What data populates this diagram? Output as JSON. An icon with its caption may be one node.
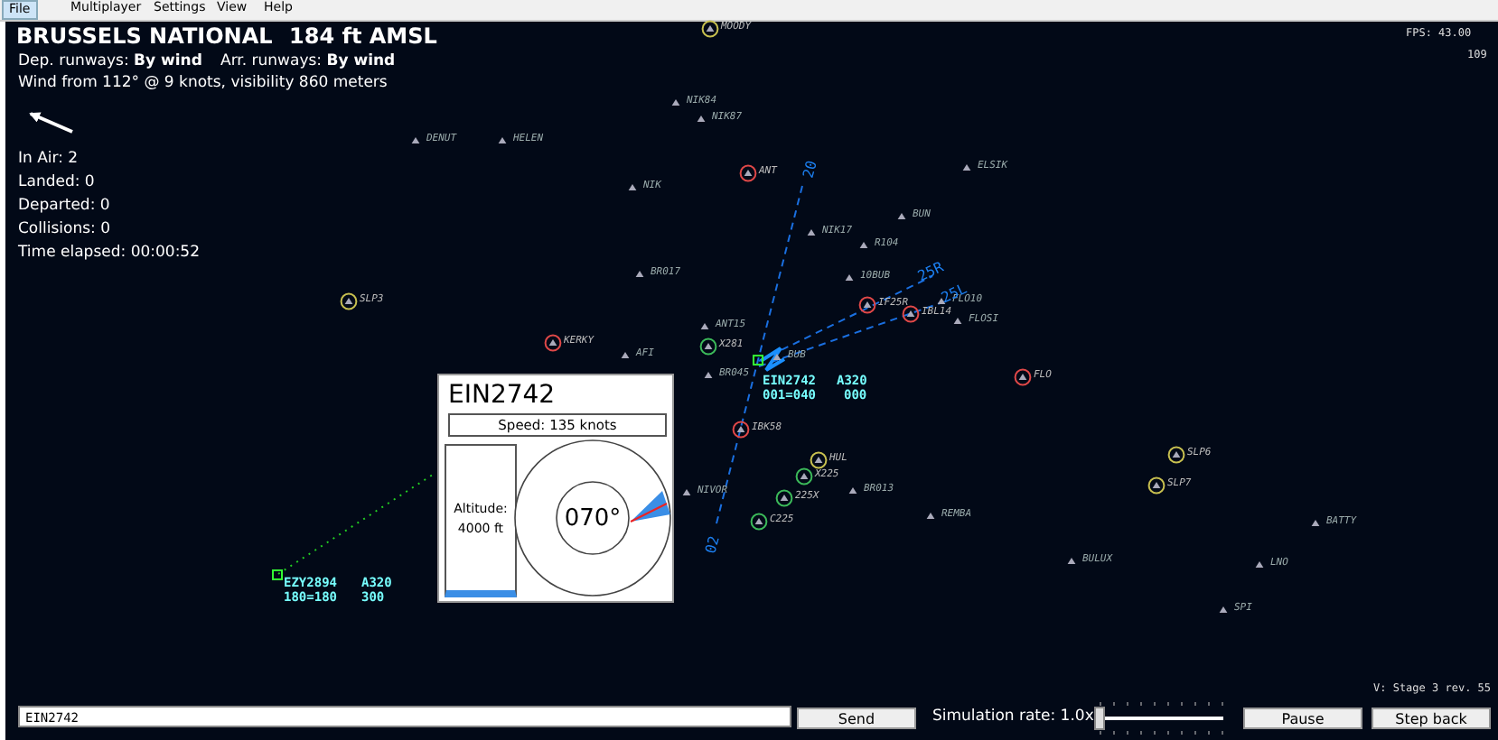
{
  "diagram": {
    "title": "BRUSSELS NATIONAL",
    "nodes": [
      {
        "text": [
          "EIN2742"
        ]
      },
      {
        "text": [
          "Speed: 135 knots"
        ],
        "in": 0
      },
      {
        "text": [
          "Altitude: 4000 ft"
        ],
        "in": 0
      },
      {
        "text": [
          "070°"
        ],
        "in": 0
      }
    ],
    "labels": [
      "File",
      "Multiplayer",
      "Settings",
      "View",
      "Help",
      "184 ft AMSL",
      "Dep. runways: **By wind**",
      "Arr. runways: **By wind**",
      "Wind from 112° @ 9 knots, visibility 860 meters",
      "FPS: 43.00",
      "109",
      "In Air: 2",
      "Landed: 0",
      "Departed: 0",
      "Collisions: 0",
      "Time elapsed: 00:00:52",
      "MOODY",
      "NIK84",
      "NIK87",
      "DENUT",
      "HELEN",
      "ANT",
      "NIK",
      "ELSIK",
      "BUN",
      "20",
      "NIK17",
      "R104",
      "BR017",
      "10BUB",
      "25R",
      "IF25R",
      "IBL14",
      "FLO10",
      "25L",
      "FLOSI",
      "SLP3",
      "KERKY",
      "ANT15",
      "AFI",
      "X281",
      "BUB",
      "BR045",
      "EIN2742",
      "A320",
      "001=040",
      "000",
      "FLO",
      "IBK58",
      "HUL",
      "X225",
      "NIVOR",
      "225X",
      "BR013",
      "C225",
      "REMBA",
      "SLP6",
      "SLP7",
      "BATTY",
      "02",
      "BULUX",
      "LNO",
      "EZY2894",
      "A320",
      "180=180",
      "300",
      "SPI",
      "V: Stage 3 rev. 55",
      "EIN2742",
      "Send",
      "Simulation rate: 1.0x",
      "Pause",
      "Step back"
    ]
  }
}
